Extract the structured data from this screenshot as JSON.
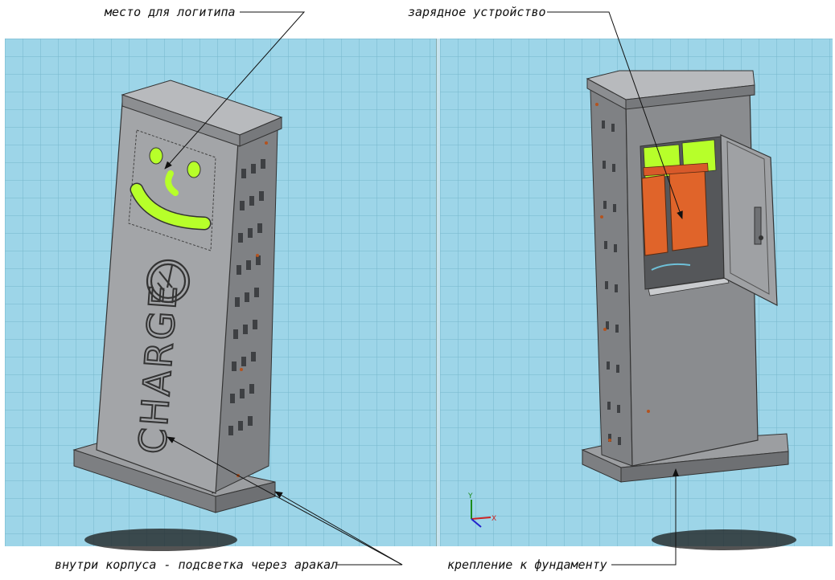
{
  "labels": {
    "logo_place": "место для логитипа",
    "charger": "зарядное устройство",
    "backlight": "внутри корпуса - подсветка через аракал",
    "foundation": "крепление к фундаменту"
  },
  "panel_brand_text": "CHARGE",
  "triad": {
    "y": "Y",
    "x": "X"
  },
  "colors": {
    "viewport_bg": "#9dd5e8",
    "body_gray": "#8d8f92",
    "logo_green": "#b7ff2a",
    "charger_orange": "#e0642a"
  }
}
